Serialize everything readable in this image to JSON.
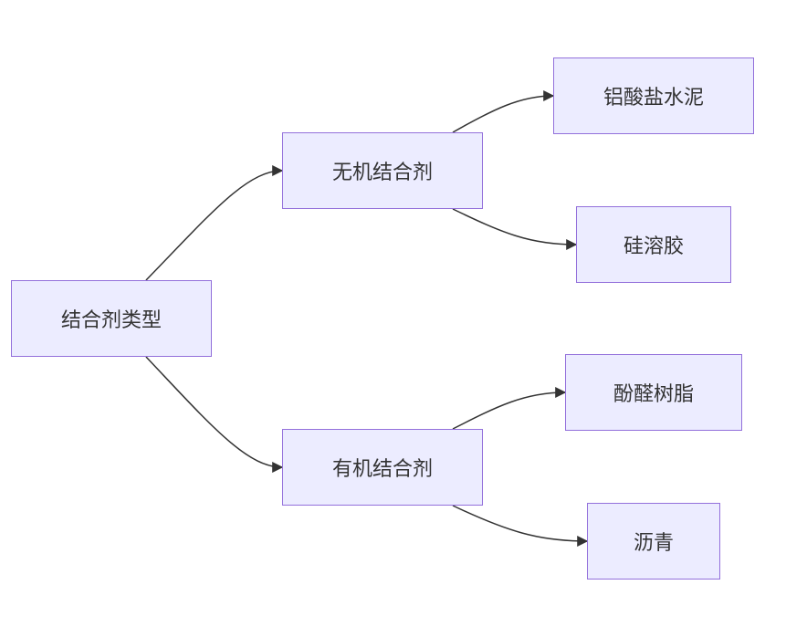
{
  "diagram": {
    "nodes": {
      "root": "结合剂类型",
      "inorganic": "无机结合剂",
      "organic": "有机结合剂",
      "aluminate_cement": "铝酸盐水泥",
      "silica_sol": "硅溶胶",
      "phenolic_resin": "酚醛树脂",
      "asphalt": "沥青"
    },
    "edges": [
      {
        "from": "root",
        "to": "inorganic"
      },
      {
        "from": "root",
        "to": "organic"
      },
      {
        "from": "inorganic",
        "to": "aluminate_cement"
      },
      {
        "from": "inorganic",
        "to": "silica_sol"
      },
      {
        "from": "organic",
        "to": "phenolic_resin"
      },
      {
        "from": "organic",
        "to": "asphalt"
      }
    ],
    "colors": {
      "node_fill": "#ececff",
      "node_border": "#9370db",
      "edge": "#333333",
      "text": "#333333"
    }
  }
}
